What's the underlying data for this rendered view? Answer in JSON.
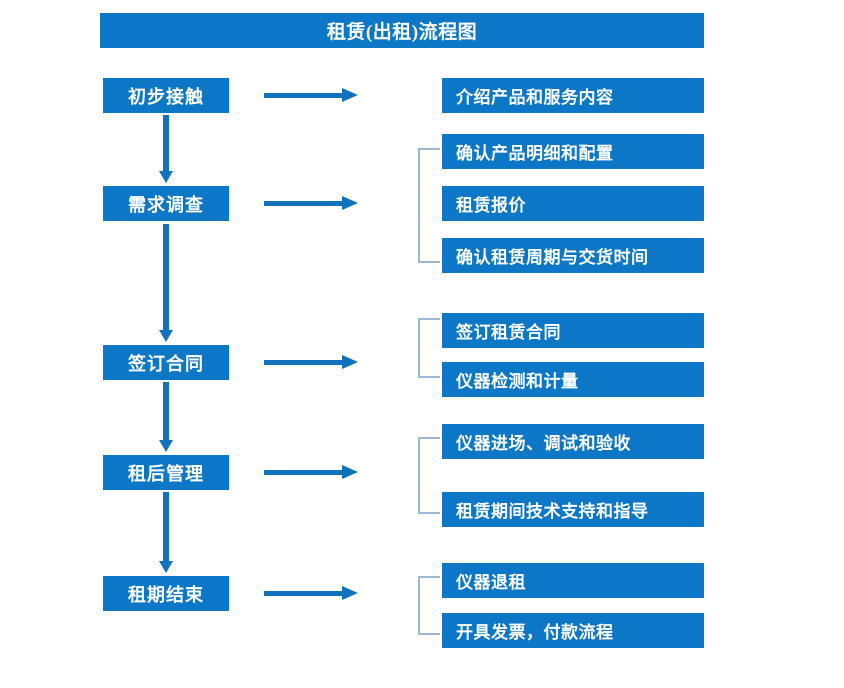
{
  "title": "租赁(出租)流程图",
  "accent_color": "#0d77c7",
  "arrow_color": "#1072bd",
  "bracket_color": "#9db7d4",
  "stages": [
    {
      "label": "初步接触"
    },
    {
      "label": "需求调查"
    },
    {
      "label": "签订合同"
    },
    {
      "label": "租后管理"
    },
    {
      "label": "租期结束"
    }
  ],
  "details": [
    {
      "label": "介绍产品和服务内容"
    },
    {
      "label": "确认产品明细和配置"
    },
    {
      "label": "租赁报价"
    },
    {
      "label": "确认租赁周期与交货时间"
    },
    {
      "label": "签订租赁合同"
    },
    {
      "label": "仪器检测和计量"
    },
    {
      "label": "仪器进场、调试和验收"
    },
    {
      "label": "租赁期间技术支持和指导"
    },
    {
      "label": "仪器退租"
    },
    {
      "label": "开具发票，付款流程"
    }
  ]
}
